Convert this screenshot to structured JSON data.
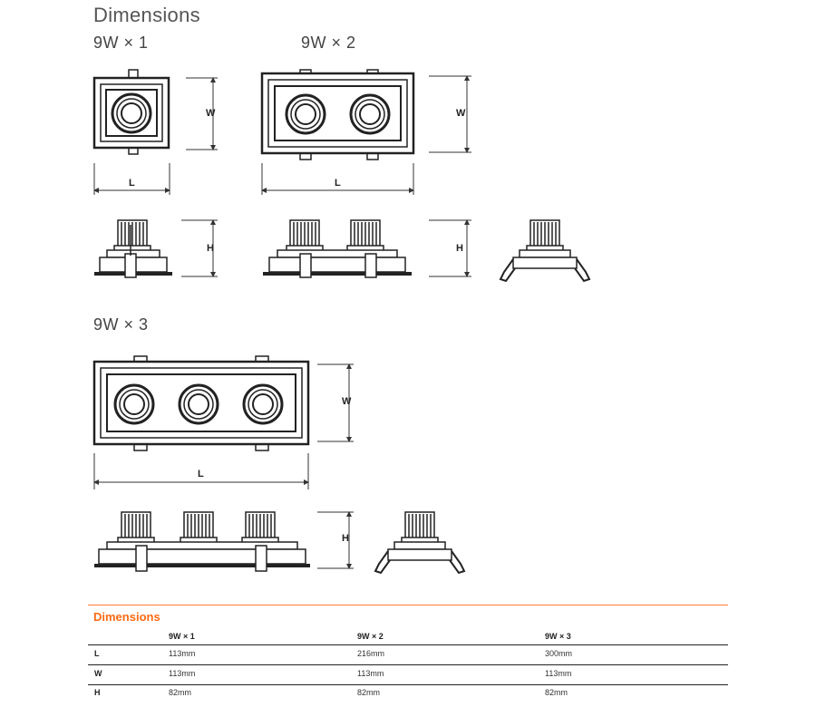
{
  "page": {
    "title": "Dimensions",
    "views": {
      "v1": "9W × 1",
      "v2": "9W × 2",
      "v3": "9W × 3"
    },
    "labels": {
      "w": "W",
      "l": "L",
      "h": "H"
    }
  },
  "table": {
    "title": "Dimensions",
    "columns": [
      "",
      "9W × 1",
      "9W × 2",
      "9W × 3"
    ],
    "rows": [
      {
        "label": "L",
        "values": [
          "113mm",
          "216mm",
          "300mm"
        ]
      },
      {
        "label": "W",
        "values": [
          "113mm",
          "113mm",
          "113mm"
        ]
      },
      {
        "label": "H",
        "values": [
          "82mm",
          "82mm",
          "82mm"
        ]
      }
    ]
  },
  "colors": {
    "accent": "#ff6a13",
    "line": "#222222"
  }
}
